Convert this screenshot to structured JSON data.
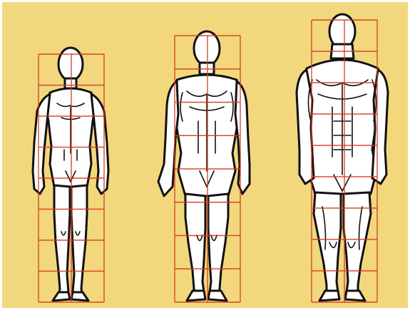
{
  "colors": {
    "background": "#f3d77d",
    "grid": "#d23a1f",
    "figure_fill": "#ffffff",
    "figure_outline": "#111111"
  },
  "figures": [
    {
      "name": "slender-figure"
    },
    {
      "name": "average-figure"
    },
    {
      "name": "muscular-figure"
    }
  ]
}
